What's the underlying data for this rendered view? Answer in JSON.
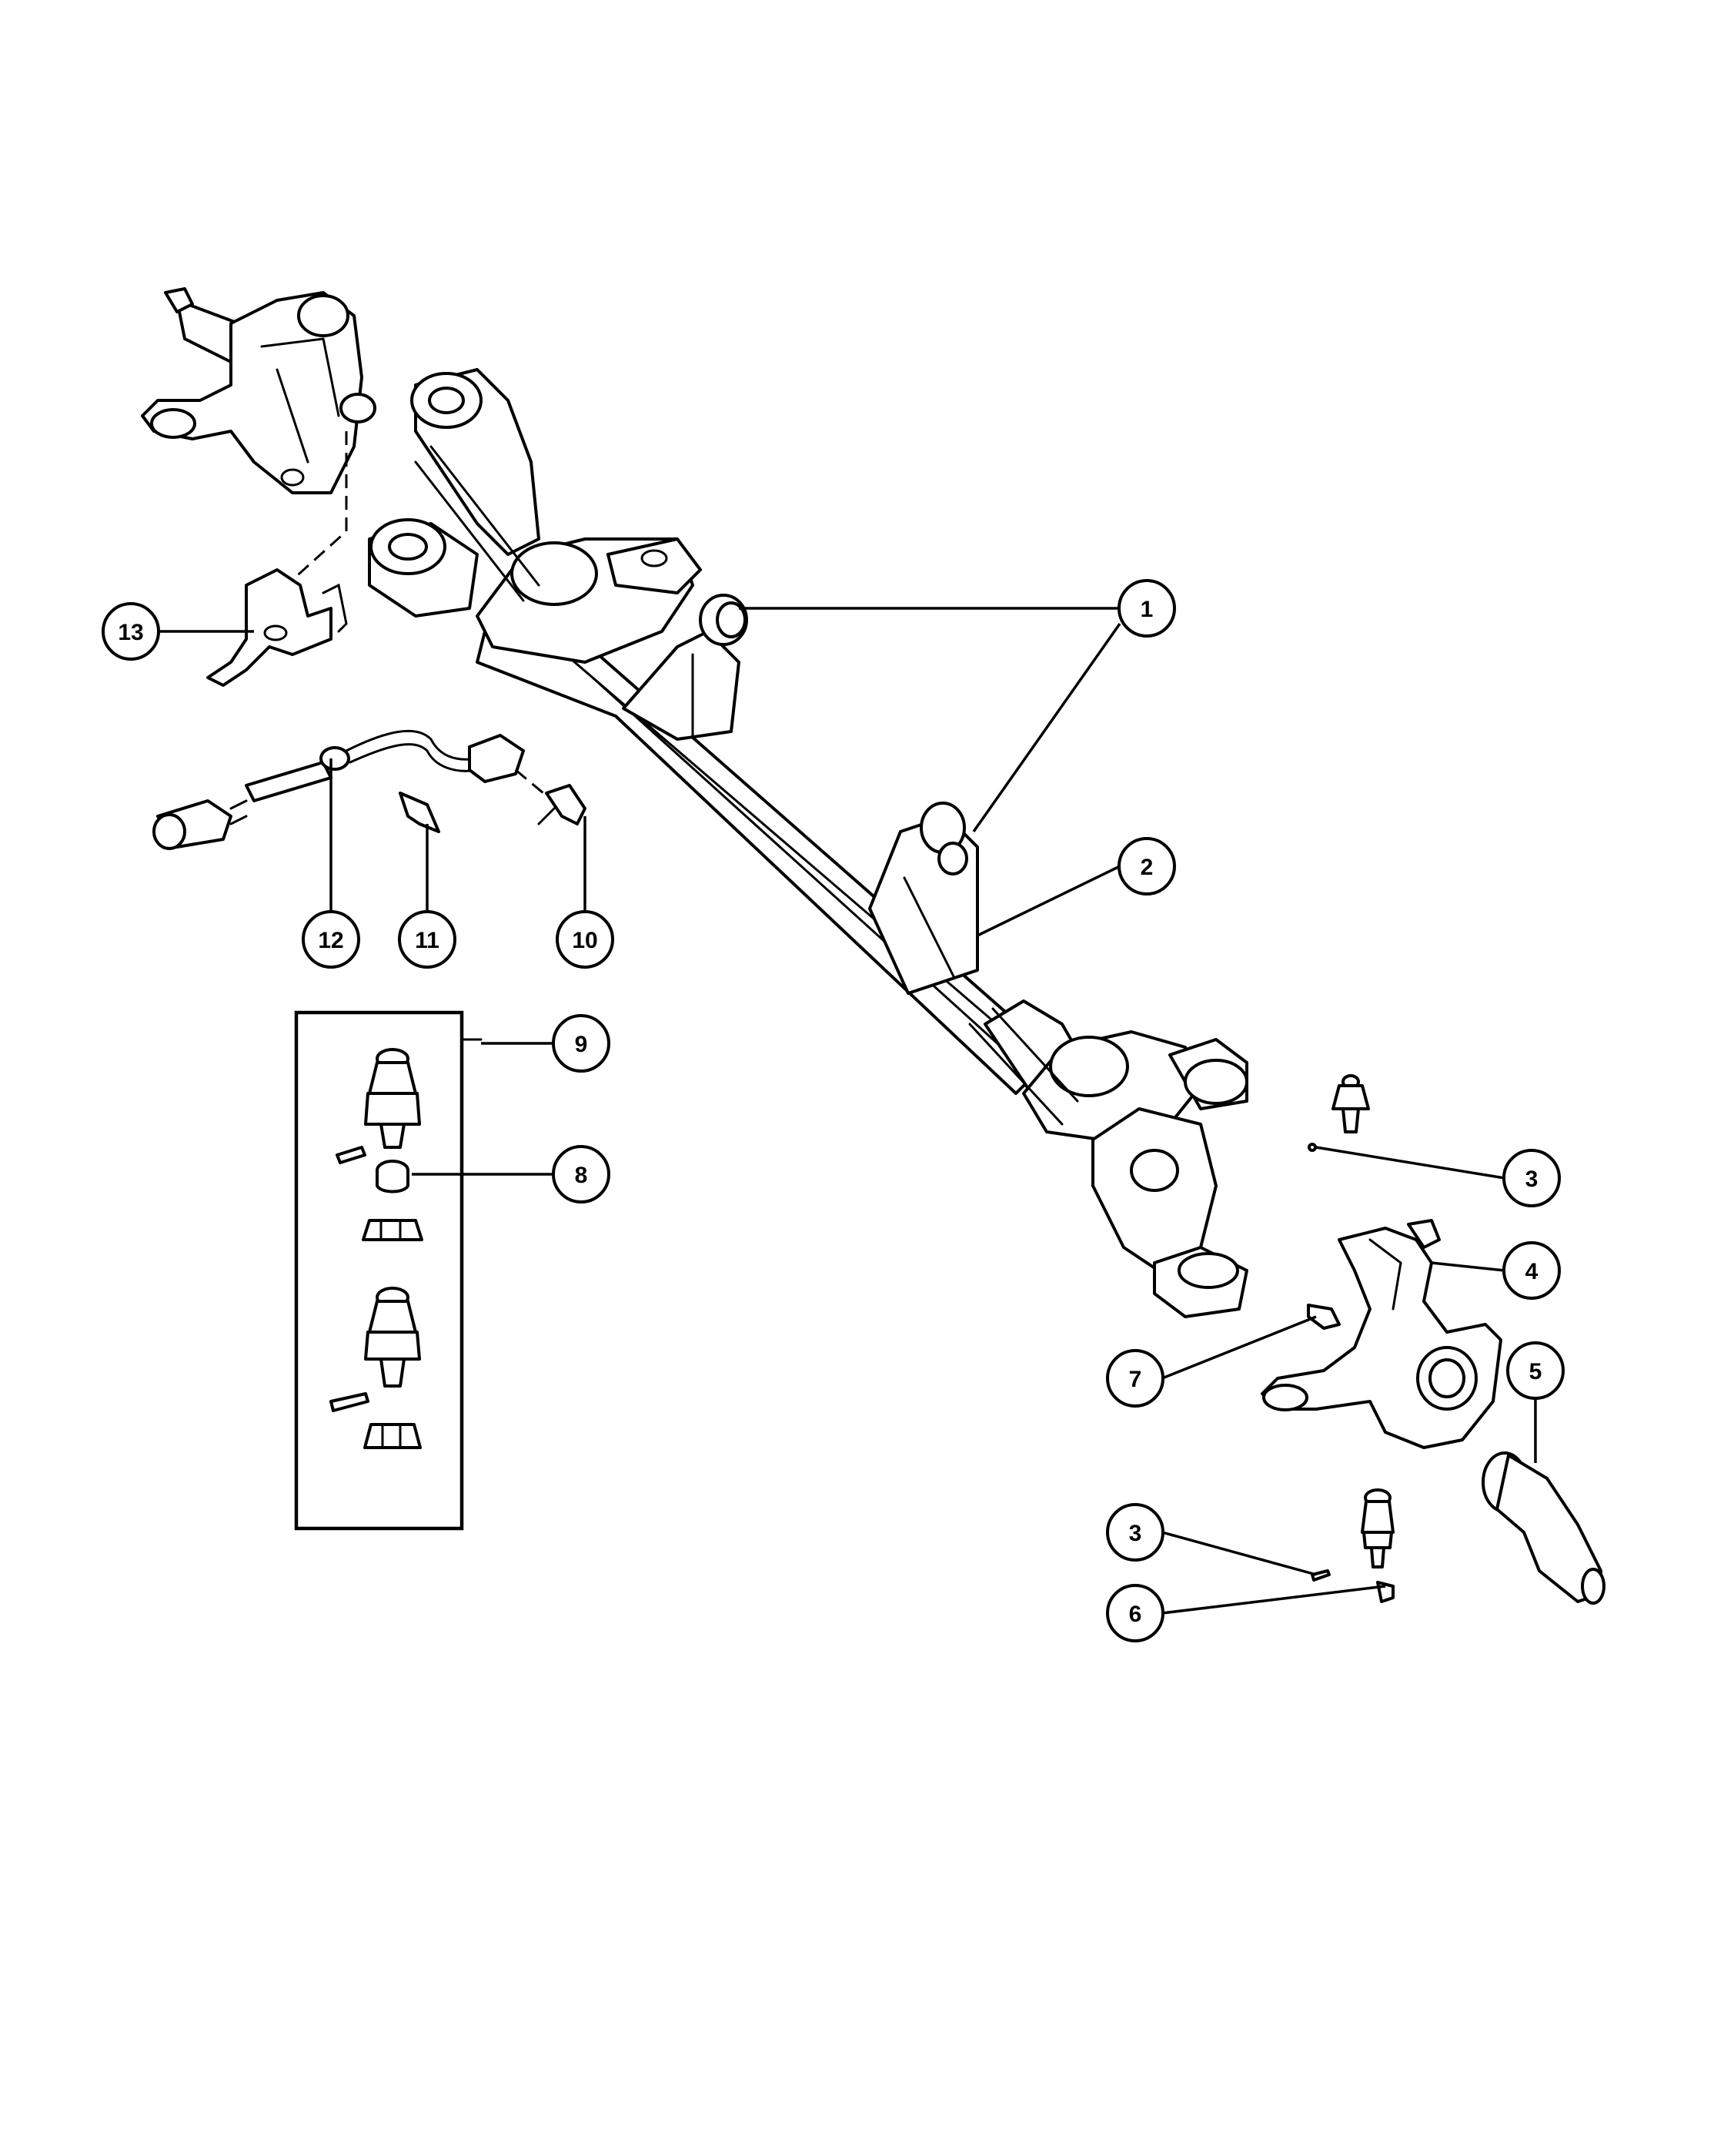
{
  "diagram": {
    "callouts": [
      {
        "id": "c1",
        "label": "1"
      },
      {
        "id": "c2",
        "label": "2"
      },
      {
        "id": "c3a",
        "label": "3"
      },
      {
        "id": "c4",
        "label": "4"
      },
      {
        "id": "c5",
        "label": "5"
      },
      {
        "id": "c3b",
        "label": "3"
      },
      {
        "id": "c6",
        "label": "6"
      },
      {
        "id": "c7",
        "label": "7"
      },
      {
        "id": "c8",
        "label": "8"
      },
      {
        "id": "c9",
        "label": "9"
      },
      {
        "id": "c10",
        "label": "10"
      },
      {
        "id": "c11",
        "label": "11"
      },
      {
        "id": "c12",
        "label": "12"
      },
      {
        "id": "c13",
        "label": "13"
      }
    ]
  }
}
